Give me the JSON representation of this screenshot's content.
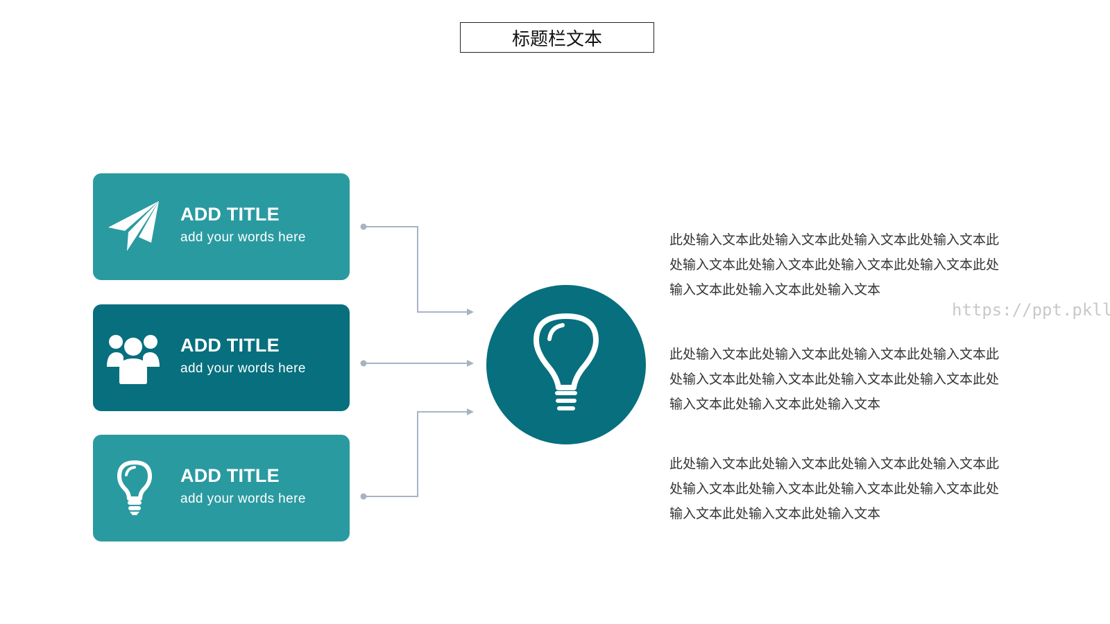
{
  "header": {
    "title": "标题栏文本"
  },
  "cards": [
    {
      "title": "ADD TITLE",
      "subtitle": "add your words here",
      "icon": "paper-plane-icon",
      "color": "#2a9aa1"
    },
    {
      "title": "ADD TITLE",
      "subtitle": "add your words here",
      "icon": "users-icon",
      "color": "#076f7e"
    },
    {
      "title": "ADD TITLE",
      "subtitle": "add your words here",
      "icon": "lightbulb-icon",
      "color": "#2a9aa1"
    }
  ],
  "hub": {
    "icon": "lightbulb-icon",
    "color": "#076f7e"
  },
  "paragraphs": [
    "此处输入文本此处输入文本此处输入文本此处输入文本此处输入文本此处输入文本此处输入文本此处输入文本此处输入文本此处输入文本此处输入文本",
    "此处输入文本此处输入文本此处输入文本此处输入文本此处输入文本此处输入文本此处输入文本此处输入文本此处输入文本此处输入文本此处输入文本",
    "此处输入文本此处输入文本此处输入文本此处输入文本此处输入文本此处输入文本此处输入文本此处输入文本此处输入文本此处输入文本此处输入文本"
  ],
  "watermark": "https://ppt.pkll.de",
  "colors": {
    "connector": "#a9b2c3",
    "text": "#333333"
  }
}
